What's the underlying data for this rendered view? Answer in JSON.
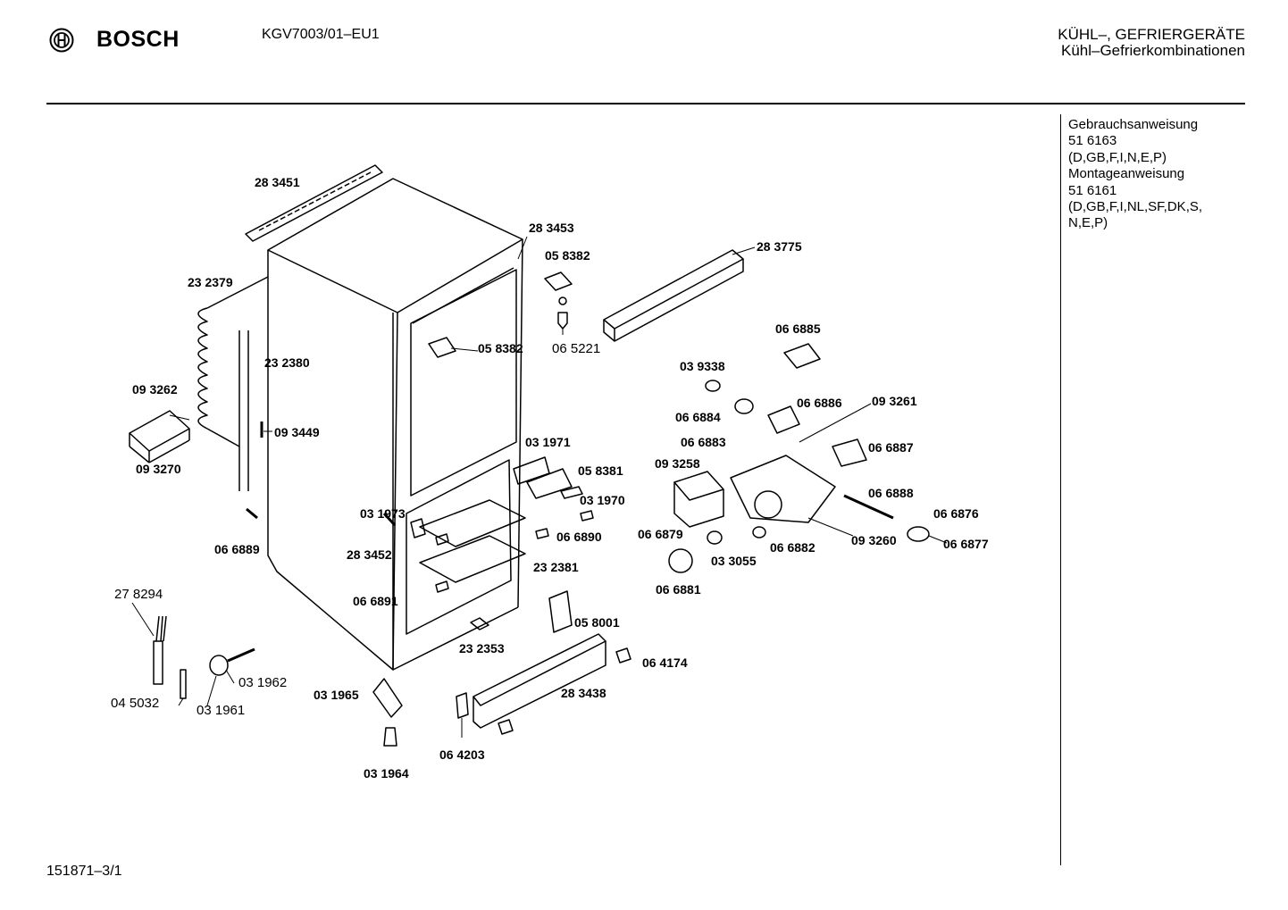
{
  "header": {
    "brand": "BOSCH",
    "model": "KGV7003/01–EU1",
    "category_line1": "KÜHL–, GEFRIERGERÄTE",
    "category_line2": "Kühl–Gefrierkombinationen"
  },
  "documents": [
    "Gebrauchsanweisung",
    "51 6163",
    "(D,GB,F,I,N,E,P)",
    "Montageanweisung",
    "51 6161",
    "(D,GB,F,I,NL,SF,DK,S,",
    "N,E,P)"
  ],
  "footer": {
    "page_ref": "151871–3/1"
  },
  "part_labels": [
    "28 3451",
    "28 3453",
    "05 8382",
    "28 3775",
    "23 2379",
    "06 5221",
    "23 2380",
    "05 8382",
    "06 6885",
    "09 3262",
    "09 3449",
    "03 9338",
    "06 6884",
    "06 6886",
    "09 3261",
    "03 1971",
    "06 6883",
    "06 6887",
    "09 3270",
    "05 8381",
    "09 3258",
    "03 1970",
    "06 6888",
    "03 1973",
    "06 6876",
    "06 6890",
    "06 6879",
    "09 3260",
    "06 6877",
    "06 6889",
    "28 3452",
    "23 2381",
    "03 3055",
    "06 6882",
    "06 6881",
    "06 6891",
    "27 8294",
    "05 8001",
    "23 2353",
    "06 4174",
    "03 1962",
    "04 5032",
    "03 1965",
    "03 1961",
    "28 3438",
    "06 4203",
    "03 1964"
  ]
}
